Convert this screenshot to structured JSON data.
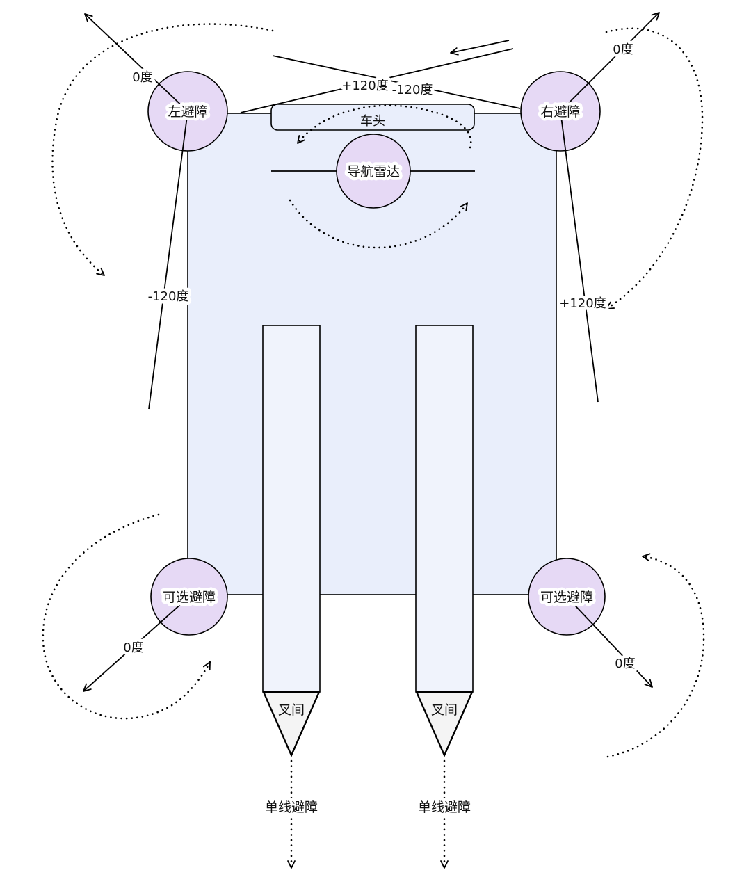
{
  "diagram": {
    "labels": {
      "vehicle_head": "车头",
      "nav_radar": "导航雷达",
      "left_avoid": "左避障",
      "right_avoid": "右避障",
      "optional_avoid_left": "可选避障",
      "optional_avoid_right": "可选避障",
      "fork_tip_left": "叉间",
      "fork_tip_right": "叉间",
      "single_line_left": "单线避障",
      "single_line_right": "单线避障"
    },
    "angles": {
      "top_left_zero": "0度",
      "top_right_zero": "0度",
      "top_plus120": "+120度",
      "top_minus120": "-120度",
      "left_minus120": "-120度",
      "right_plus120": "+120度",
      "bottom_left_zero": "0度",
      "bottom_right_zero": "0度"
    },
    "colors": {
      "body_fill": "#e9eefb",
      "sensor_fill": "#e6d9f5",
      "fork_fill": "#f0f3fc",
      "tip_fill": "#f4f4f4",
      "line": "#000000"
    }
  }
}
